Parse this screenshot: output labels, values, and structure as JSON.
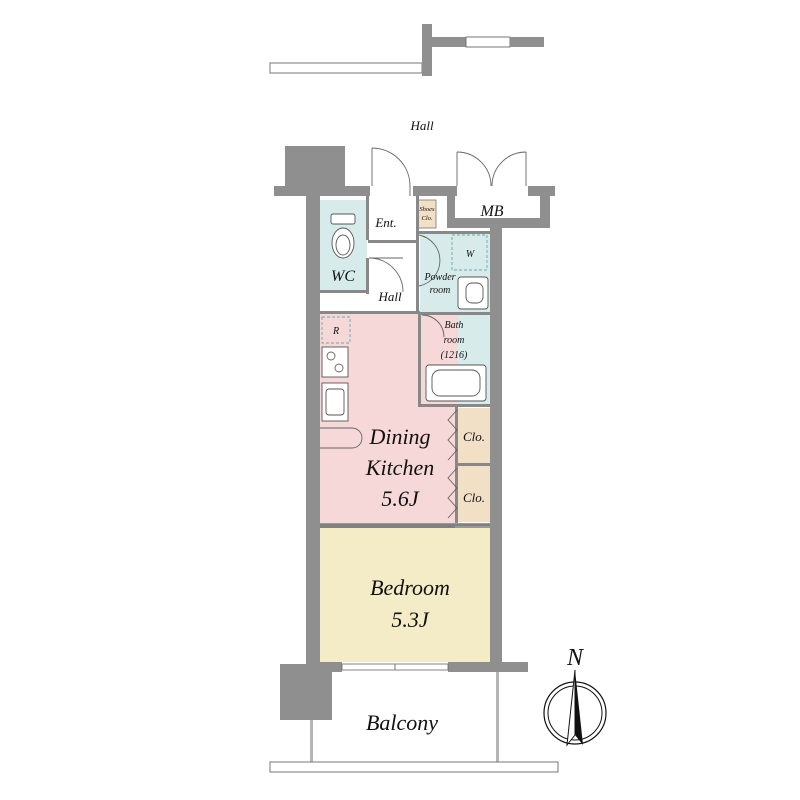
{
  "colors": {
    "wall": "#8f8f8f",
    "wet_area": "#d7ecea",
    "dining_kitchen": "#f7d8d8",
    "bedroom": "#f4ecc6",
    "closet": "#f1dfc6",
    "shoes_closet": "#f1dfc6",
    "white": "#ffffff"
  },
  "rooms": {
    "hall_outside": "Hall",
    "mb": "MB",
    "entrance": "Ent.",
    "shoes_closet": {
      "line1": "Shoes",
      "line2": "Clo."
    },
    "wc": "WC",
    "hall_inside": "Hall",
    "washer": "W",
    "powder_room": {
      "line1": "Powder",
      "line2": "room"
    },
    "bathroom": {
      "line1": "Bath",
      "line2": "room",
      "line3": "(1216)"
    },
    "refrigerator": "R",
    "dining_kitchen": {
      "line1": "Dining",
      "line2": "Kitchen",
      "line3": "5.6J"
    },
    "closet_1": "Clo.",
    "closet_2": "Clo.",
    "bedroom": {
      "line1": "Bedroom",
      "line2": "5.3J"
    },
    "balcony": "Balcony"
  },
  "compass": {
    "label": "N",
    "icon": "north-arrow-icon"
  }
}
